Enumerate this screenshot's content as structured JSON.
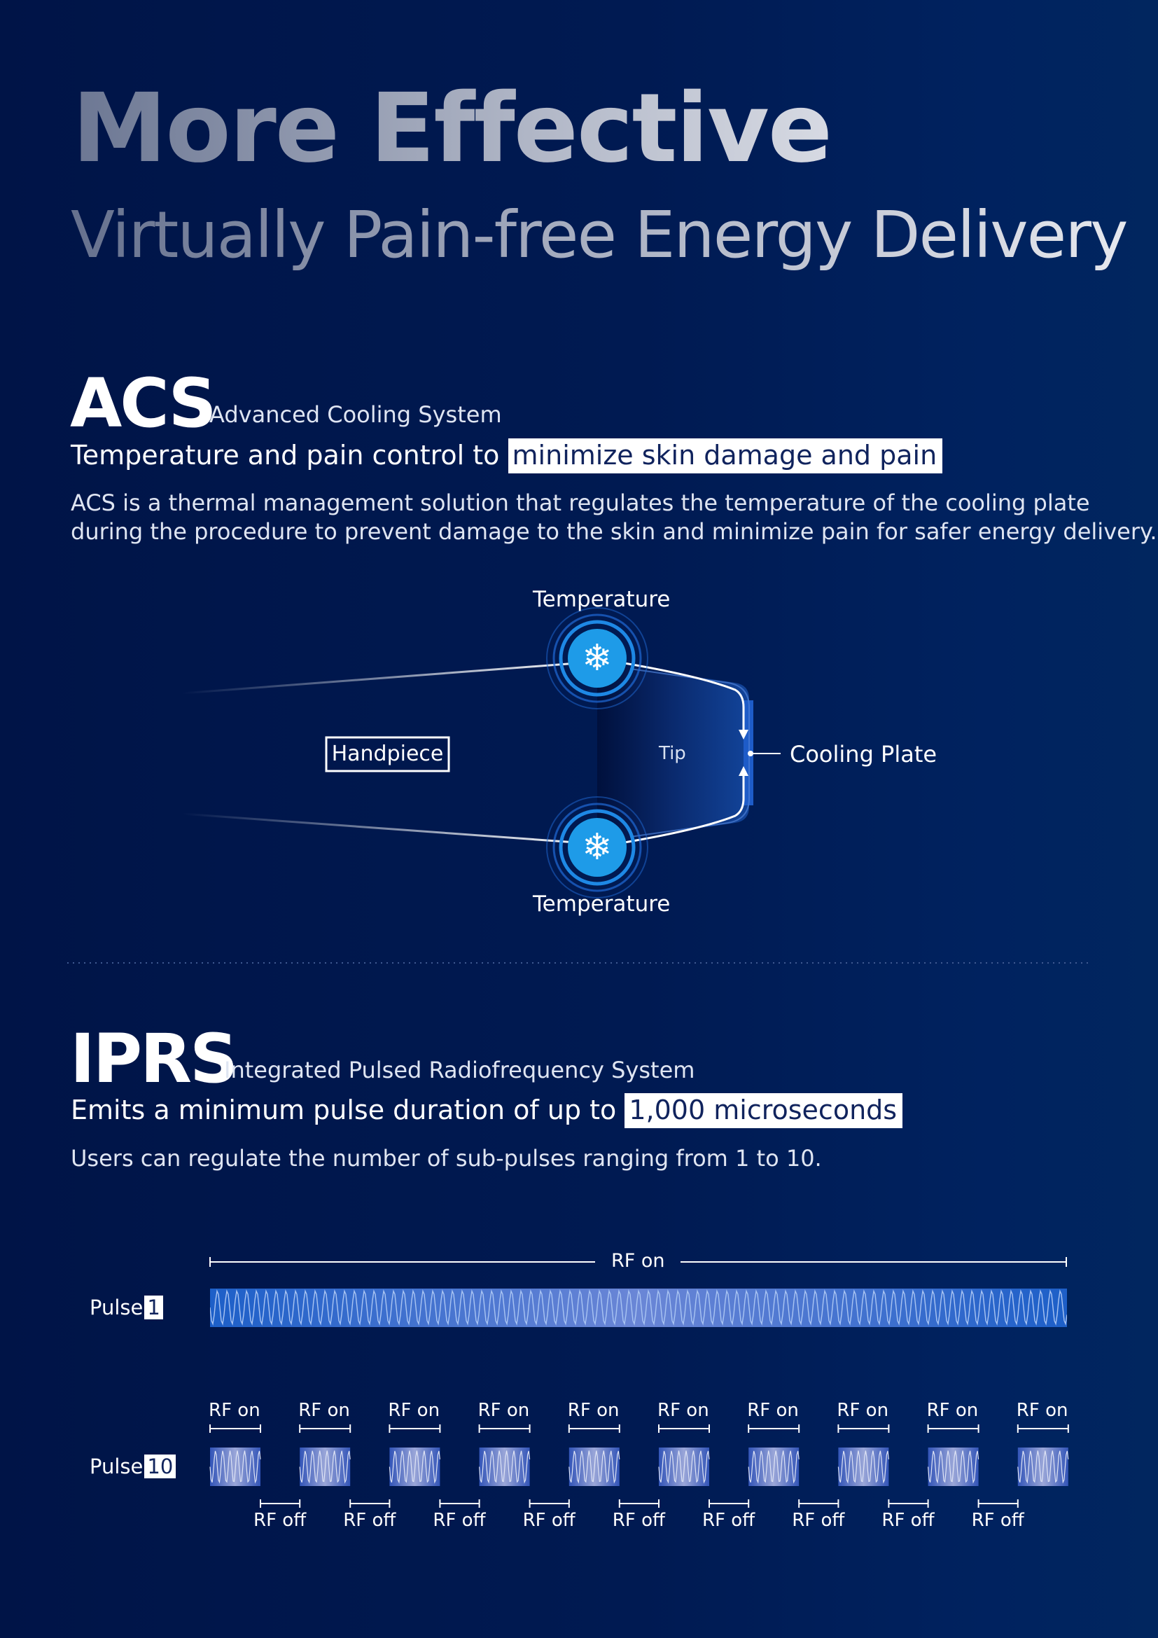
{
  "hero": {
    "title": "More Effective",
    "subtitle": "Virtually Pain-free Energy Delivery"
  },
  "acs": {
    "acronym": "ACS",
    "full_name": "Advanced Cooling System",
    "lead_prefix": "Temperature and pain control to",
    "lead_highlight": "minimize skin damage and pain",
    "body_line1": "ACS is a thermal management solution that regulates the temperature of the cooling plate",
    "body_line2": "during the procedure to prevent damage to the skin and minimize pain for safer energy delivery.",
    "diagram": {
      "temp_top": "Temperature",
      "temp_bottom": "Temperature",
      "handpiece": "Handpiece",
      "tip": "Tip",
      "cooling_plate": "Cooling Plate",
      "icon": "snowflake-icon"
    }
  },
  "iprs": {
    "acronym": "IPRS",
    "full_name": "Integrated Pulsed Radiofrequency System",
    "lead_prefix": "Emits a minimum pulse duration of up to",
    "lead_highlight": "1,000 microseconds",
    "body": "Users can regulate the number of sub-pulses ranging from 1 to 10.",
    "diagram": {
      "pulse_label": "Pulse",
      "pulse1_number": "1",
      "pulse10_number": "10",
      "rf_on_long": "RF on",
      "rf_on_labels": [
        "RF on",
        "RF on",
        "RF on",
        "RF on",
        "RF on",
        "RF on",
        "RF on",
        "RF on",
        "RF on",
        "RF on"
      ],
      "rf_off_labels": [
        "RF off",
        "RF off",
        "RF off",
        "RF off",
        "RF off",
        "RF off",
        "RF off",
        "RF off",
        "RF off"
      ]
    }
  },
  "colors": {
    "accent_blue": "#1e9be8",
    "highlight_text": "#10235d",
    "wave_blue": "#3f8ee6"
  }
}
